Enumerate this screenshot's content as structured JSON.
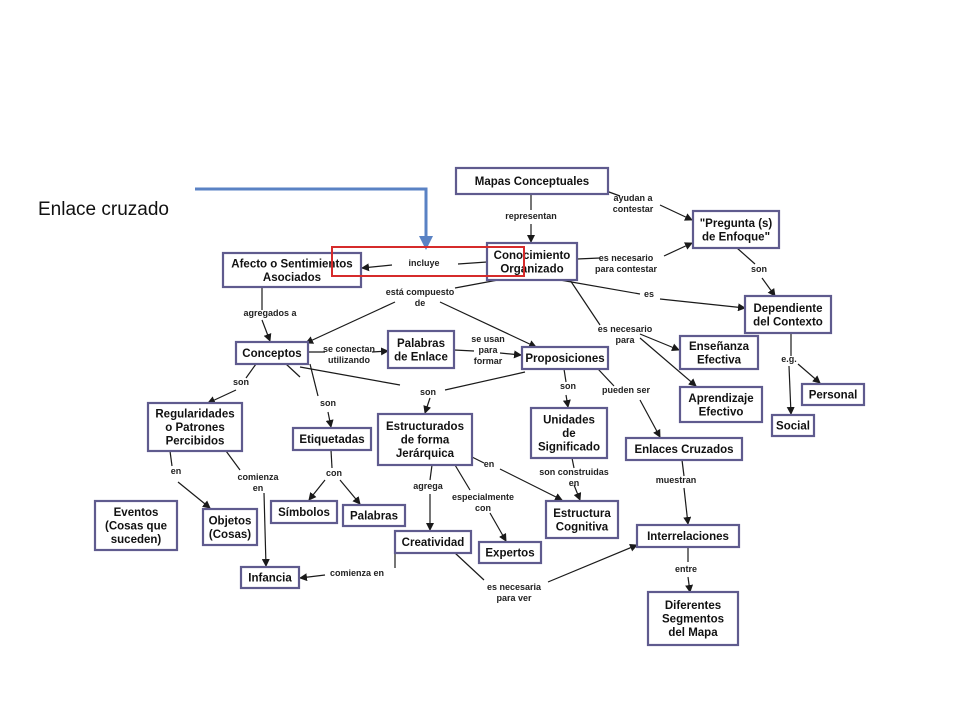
{
  "slide": {
    "label": "Enlace cruzado"
  },
  "colors": {
    "node_border": "#5f5b8e",
    "callout_arrow": "#5a82c4",
    "highlight_box": "#d62b2b"
  },
  "concept_map": {
    "nodes": [
      {
        "id": "mapas",
        "lines": [
          "Mapas Conceptuales"
        ]
      },
      {
        "id": "pregunta",
        "lines": [
          "\"Pregunta (s)",
          "de Enfoque\""
        ]
      },
      {
        "id": "conocimiento",
        "lines": [
          "Conocimiento",
          "Organizado"
        ]
      },
      {
        "id": "afecto",
        "lines": [
          "Afecto o Sentimientos",
          "Asociados"
        ]
      },
      {
        "id": "dependiente",
        "lines": [
          "Dependiente",
          "del Contexto"
        ]
      },
      {
        "id": "conceptos",
        "lines": [
          "Conceptos"
        ]
      },
      {
        "id": "palabras_enlace",
        "lines": [
          "Palabras",
          "de Enlace"
        ]
      },
      {
        "id": "proposiciones",
        "lines": [
          "Proposiciones"
        ]
      },
      {
        "id": "ensenanza",
        "lines": [
          "Enseñanza",
          "Efectiva"
        ]
      },
      {
        "id": "aprendizaje",
        "lines": [
          "Aprendizaje",
          "Efectivo"
        ]
      },
      {
        "id": "personal",
        "lines": [
          "Personal"
        ]
      },
      {
        "id": "social",
        "lines": [
          "Social"
        ]
      },
      {
        "id": "regularidades",
        "lines": [
          "Regularidades",
          "o Patrones",
          "Percibidos"
        ]
      },
      {
        "id": "etiquetadas",
        "lines": [
          "Etiquetadas"
        ]
      },
      {
        "id": "estructurados",
        "lines": [
          "Estructurados",
          "de forma",
          "Jerárquica"
        ]
      },
      {
        "id": "unidades",
        "lines": [
          "Unidades",
          "de",
          "Significado"
        ]
      },
      {
        "id": "enlaces_cruzados",
        "lines": [
          "Enlaces Cruzados"
        ]
      },
      {
        "id": "eventos",
        "lines": [
          "Eventos",
          "(Cosas que",
          "suceden)"
        ]
      },
      {
        "id": "objetos",
        "lines": [
          "Objetos",
          "(Cosas)"
        ]
      },
      {
        "id": "simbolos",
        "lines": [
          "Símbolos"
        ]
      },
      {
        "id": "palabras",
        "lines": [
          "Palabras"
        ]
      },
      {
        "id": "estructura_cognitiva",
        "lines": [
          "Estructura",
          "Cognitiva"
        ]
      },
      {
        "id": "interrelaciones",
        "lines": [
          "Interrelaciones"
        ]
      },
      {
        "id": "creatividad",
        "lines": [
          "Creatividad"
        ]
      },
      {
        "id": "expertos",
        "lines": [
          "Expertos"
        ]
      },
      {
        "id": "infancia",
        "lines": [
          "Infancia"
        ]
      },
      {
        "id": "diferentes",
        "lines": [
          "Diferentes",
          "Segmentos",
          "del Mapa"
        ]
      }
    ],
    "links": [
      {
        "id": "representan",
        "lines": [
          "representan"
        ]
      },
      {
        "id": "ayudan",
        "lines": [
          "ayudan a",
          "contestar"
        ]
      },
      {
        "id": "incluye",
        "lines": [
          "incluye"
        ]
      },
      {
        "id": "es_necesario_contestar",
        "lines": [
          "es necesario",
          "para contestar"
        ]
      },
      {
        "id": "son_1",
        "lines": [
          "son"
        ]
      },
      {
        "id": "compuesto",
        "lines": [
          "está compuesto",
          "de"
        ]
      },
      {
        "id": "es_1",
        "lines": [
          "es"
        ]
      },
      {
        "id": "agregados",
        "lines": [
          "agregados a"
        ]
      },
      {
        "id": "es_necesario_para",
        "lines": [
          "es necesario",
          "para"
        ]
      },
      {
        "id": "se_conectan",
        "lines": [
          "se conectan",
          "utilizando"
        ]
      },
      {
        "id": "se_usan",
        "lines": [
          "se usan",
          "para",
          "formar"
        ]
      },
      {
        "id": "eg",
        "lines": [
          "e.g."
        ]
      },
      {
        "id": "son_conceptos",
        "lines": [
          "son"
        ]
      },
      {
        "id": "son_centro",
        "lines": [
          "son"
        ]
      },
      {
        "id": "son_prop",
        "lines": [
          "son"
        ]
      },
      {
        "id": "pueden_ser",
        "lines": [
          "pueden ser"
        ]
      },
      {
        "id": "son_etiq",
        "lines": [
          "son"
        ]
      },
      {
        "id": "en_1",
        "lines": [
          "en"
        ]
      },
      {
        "id": "comienza_en_1",
        "lines": [
          "comienza",
          "en"
        ]
      },
      {
        "id": "con",
        "lines": [
          "con"
        ]
      },
      {
        "id": "en_2",
        "lines": [
          "en"
        ]
      },
      {
        "id": "son_construidas",
        "lines": [
          "son construidas",
          "en"
        ]
      },
      {
        "id": "muestran",
        "lines": [
          "muestran"
        ]
      },
      {
        "id": "agrega",
        "lines": [
          "agrega"
        ]
      },
      {
        "id": "especialmente",
        "lines": [
          "especialmente",
          "con"
        ]
      },
      {
        "id": "comienza_en_2",
        "lines": [
          "comienza en"
        ]
      },
      {
        "id": "es_necesaria",
        "lines": [
          "es necesaria",
          "para ver"
        ]
      },
      {
        "id": "entre",
        "lines": [
          "entre"
        ]
      }
    ]
  }
}
